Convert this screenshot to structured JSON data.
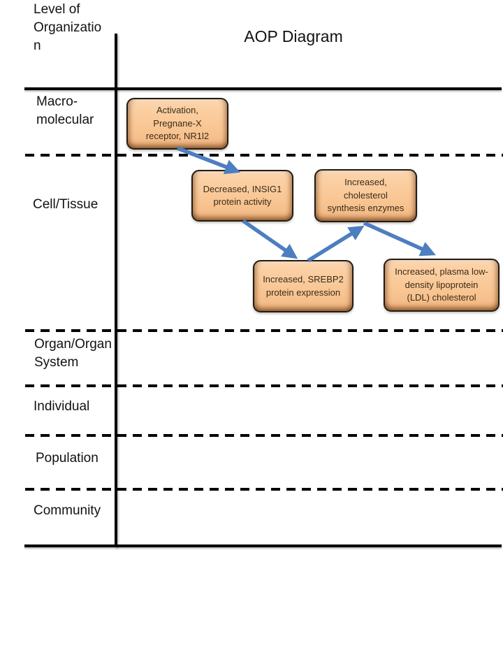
{
  "header": {
    "title": "AOP Diagram",
    "axis_label": "Level of\nOrganizatio\nn"
  },
  "levels": [
    {
      "label": "Macro-\nmolecular"
    },
    {
      "label": "Cell/Tissue"
    },
    {
      "label": "Organ/Organ\nSystem"
    },
    {
      "label": "Individual"
    },
    {
      "label": "Population"
    },
    {
      "label": "Community"
    }
  ],
  "nodes": [
    {
      "label": "Activation,\nPregnane-X\nreceptor, NR1l2"
    },
    {
      "label": "Decreased, INSIG1\nprotein activity"
    },
    {
      "label": "Increased,\ncholesterol\nsynthesis enzymes"
    },
    {
      "label": "Increased, SREBP2\nprotein expression"
    },
    {
      "label": "Increased, plasma low-\ndensity lipoprotein\n(LDL) cholesterol"
    }
  ],
  "edges": [
    {
      "from": 0,
      "to": 1
    },
    {
      "from": 1,
      "to": 3
    },
    {
      "from": 3,
      "to": 2
    },
    {
      "from": 2,
      "to": 4
    }
  ],
  "colors": {
    "node_fill": "#f9c795",
    "node_border": "#241c12",
    "node_text": "#3b2b17",
    "arrow": "#4d7ec0",
    "line": "#000000",
    "background": "#ffffff"
  }
}
